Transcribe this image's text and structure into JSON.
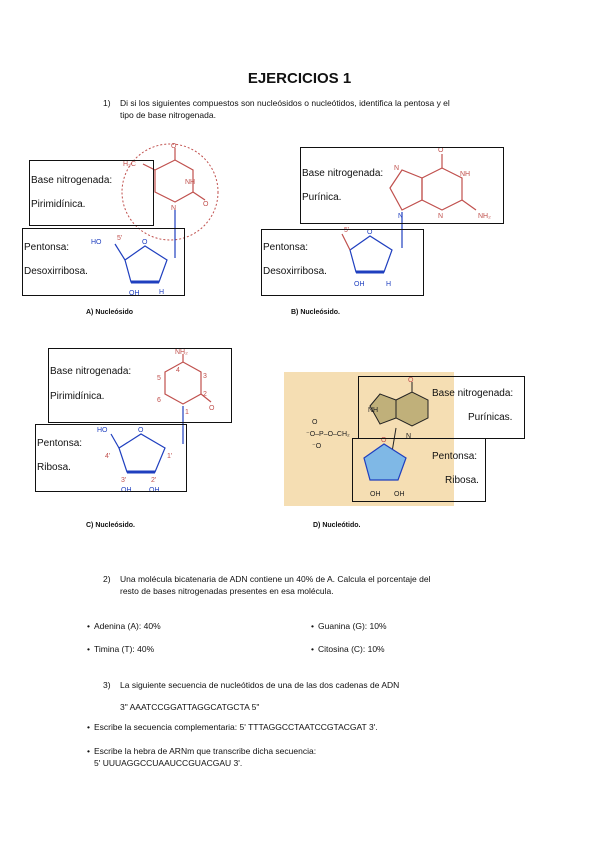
{
  "title": "EJERCICIOS 1",
  "q1": {
    "number": "1)",
    "line1": "Di si los siguientes compuestos son nucleósidos o nucleótidos, identifica la pentosa y el",
    "line2": "tipo de base nitrogenada."
  },
  "panels": {
    "a": {
      "base_label": "Base nitrogenada:",
      "base_value": "Pirimidínica.",
      "pent_label": "Pentonsa:",
      "pent_value": "Desoxirribosa.",
      "caption": "A) Nucleósido"
    },
    "b": {
      "base_label": "Base nitrogenada:",
      "base_value": "Purínica.",
      "pent_label": "Pentonsa:",
      "pent_value": "Desoxirribosa.",
      "caption": "B) Nucleósido."
    },
    "c": {
      "base_label": "Base nitrogenada:",
      "base_value": "Pirimidínica.",
      "pent_label": "Pentonsa:",
      "pent_value": "Ribosa.",
      "caption": "C) Nucleósido."
    },
    "d": {
      "base_label": "Base nitrogenada:",
      "base_value": "Purínicas.",
      "pent_label": "Pentonsa:",
      "pent_value": "Ribosa.",
      "caption": "D) Nucleótido."
    }
  },
  "chem": {
    "ho": "HO",
    "five_prime": "5'",
    "h": "H",
    "oh": "OH",
    "o": "O",
    "n": "N",
    "nh": "NH",
    "nh2": "NH₂",
    "h3c": "H₃C",
    "ch2": "CH₂",
    "phosphate": "⁻O–P–O–CH₂",
    "o_minus": "⁻O",
    "p": "P",
    "c_nums": [
      "4",
      "3",
      "5",
      "2",
      "6",
      "1"
    ],
    "ring_nums": [
      "4'",
      "1'",
      "3'",
      "2'"
    ]
  },
  "q2": {
    "number": "2)",
    "line1": "Una molécula bicatenaria de ADN contiene un 40% de A. Calcula el porcentaje del",
    "line2": "resto de bases nitrogenadas presentes en esa molécula.",
    "items": [
      "Adenina (A): 40%",
      "Guanina (G): 10%",
      "Timina (T): 40%",
      "Citosina (C): 10%"
    ]
  },
  "q3": {
    "number": "3)",
    "line1": "La siguiente secuencia de nucleótidos de una de las dos cadenas de ADN",
    "sequence": "3\" AAATCCGGATTAGGCATGCTA 5\"",
    "item1": "Escribe la secuencia complementaria: 5' TTTAGGCCTAATCCGTACGAT 3'.",
    "item2_line1": "Escribe la hebra de ARNm que transcribe dicha secuencia:",
    "item2_line2": "5' UUUAGGCCUAAUCCGUACGAU 3'."
  },
  "bullet": "•",
  "colors": {
    "structure": "#c0504d",
    "sugar": "#1f3fbf",
    "panel_bg": "#f5deb3",
    "sugar_fill": "#7fb8e6"
  }
}
